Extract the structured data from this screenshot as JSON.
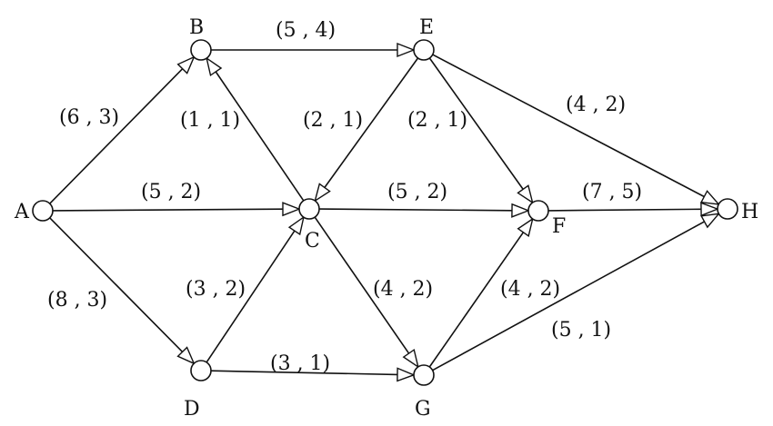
{
  "nodes": [
    {
      "id": "A",
      "label": "A"
    },
    {
      "id": "B",
      "label": "B"
    },
    {
      "id": "C",
      "label": "C"
    },
    {
      "id": "D",
      "label": "D"
    },
    {
      "id": "E",
      "label": "E"
    },
    {
      "id": "F",
      "label": "F"
    },
    {
      "id": "G",
      "label": "G"
    },
    {
      "id": "H",
      "label": "H"
    }
  ],
  "edges": [
    {
      "from": "A",
      "to": "B",
      "label": "(6,3)"
    },
    {
      "from": "A",
      "to": "C",
      "label": "(5,2)"
    },
    {
      "from": "A",
      "to": "D",
      "label": "(8,3)"
    },
    {
      "from": "B",
      "to": "E",
      "label": "(5,4)"
    },
    {
      "from": "C",
      "to": "B",
      "label": "(1,1)"
    },
    {
      "from": "E",
      "to": "C",
      "label": "(2,1)"
    },
    {
      "from": "E",
      "to": "F",
      "label": "(2,1)"
    },
    {
      "from": "E",
      "to": "H",
      "label": "(4,2)"
    },
    {
      "from": "C",
      "to": "F",
      "label": "(5,2)"
    },
    {
      "from": "F",
      "to": "H",
      "label": "(7,5)"
    },
    {
      "from": "D",
      "to": "C",
      "label": "(3,2)"
    },
    {
      "from": "C",
      "to": "G",
      "label": "(4,2)"
    },
    {
      "from": "G",
      "to": "F",
      "label": "(4,2)"
    },
    {
      "from": "D",
      "to": "G",
      "label": "(3,1)"
    },
    {
      "from": "G",
      "to": "H",
      "label": "(5,1)"
    }
  ]
}
